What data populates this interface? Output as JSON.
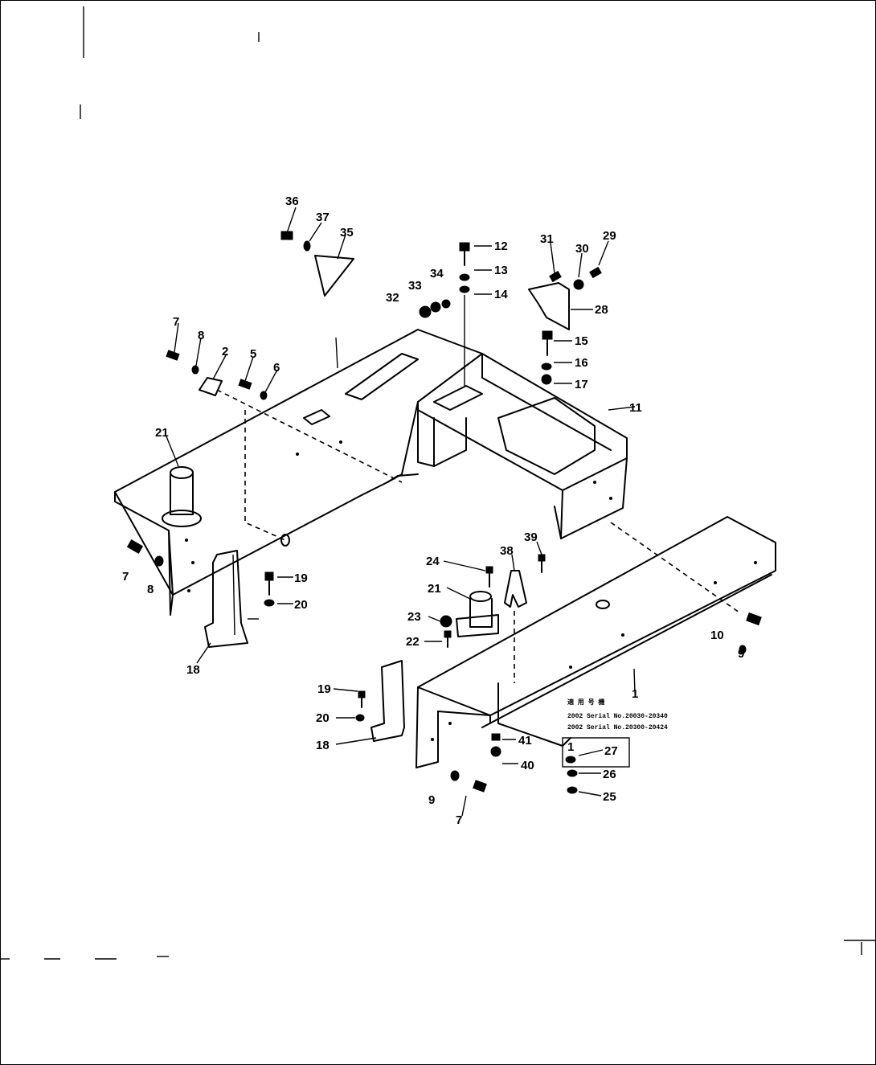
{
  "labels": {
    "l36": "36",
    "l37": "37",
    "l35": "35",
    "l12": "12",
    "l13": "13",
    "l14": "14",
    "l31": "31",
    "l30": "30",
    "l29": "29",
    "l34": "34",
    "l33": "33",
    "l32": "32",
    "l28": "28",
    "l15": "15",
    "l16": "16",
    "l17": "17",
    "l11": "11",
    "l7a": "7",
    "l8a": "8",
    "l2": "2",
    "l5": "5",
    "l6": "6",
    "l21a": "21",
    "l7b": "7",
    "l8b": "8",
    "l19a": "19",
    "l20a": "20",
    "l18a": "18",
    "l39": "39",
    "l38": "38",
    "l24": "24",
    "l21b": "21",
    "l23": "23",
    "l22": "22",
    "l10": "10",
    "l9": "9",
    "l1": "1",
    "l19b": "19",
    "l20b": "20",
    "l18b": "18",
    "l41": "41",
    "l40": "40",
    "l27": "27",
    "l26": "26",
    "l25": "25",
    "l9b": "9",
    "l7c": "7"
  },
  "serial_note": {
    "heading": "適 用 号 機",
    "line1": "2002  Serial No.20030-20340",
    "line2": "2002  Serial No.20300-20424",
    "box": "1"
  }
}
